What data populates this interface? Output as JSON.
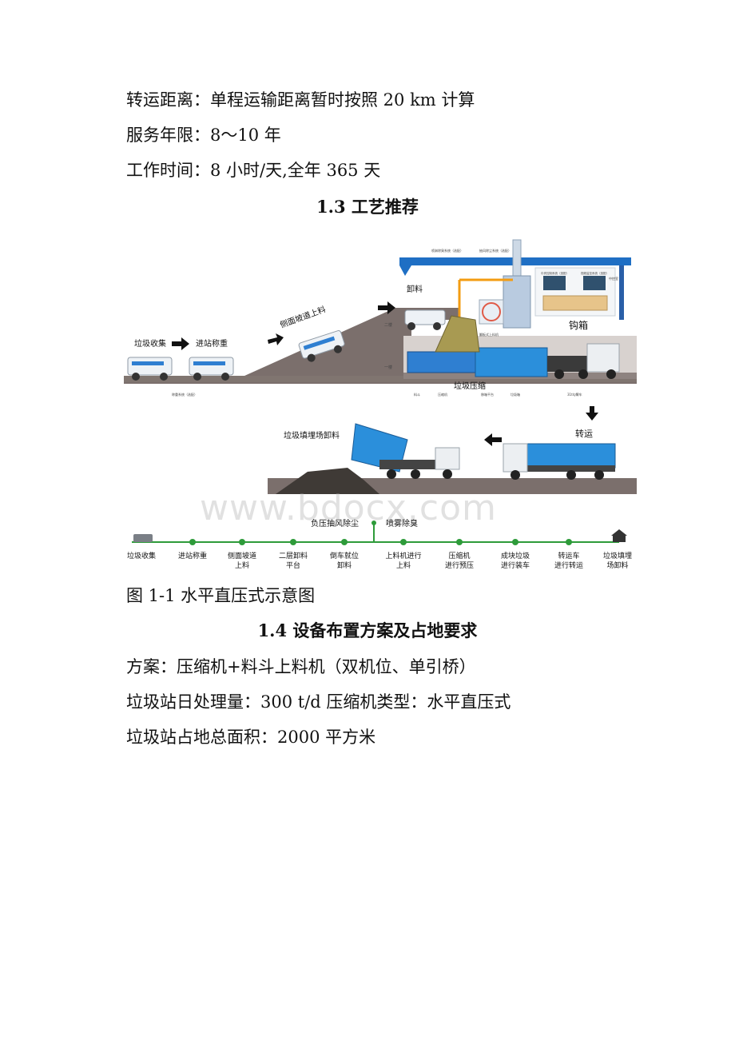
{
  "text": {
    "line1": "转运距离：单程运输距离暂时按照 20 km 计算",
    "line2": "服务年限：8～10 年",
    "line3": "工作时间：8 小时/天,全年 365 天",
    "heading1": "1.3 工艺推荐",
    "caption": "图 1-1 水平直压式示意图",
    "heading2": "1.4 设备布置方案及占地要求",
    "line4": "方案：压缩机+料斗上料机（双机位、单引桥）",
    "line5": "垃圾站日处理量：300 t/d 压缩机类型：水平直压式",
    "line6": "垃圾站占地总面积：2000 平方米"
  },
  "figure": {
    "labels": {
      "collect": "垃圾收集",
      "weigh": "进站称重",
      "ramp": "侧面坡道上料",
      "unload": "卸料",
      "hook": "钩箱",
      "compress": "垃圾压缩",
      "transfer": "转运",
      "landfill": "垃圾填埋场卸料",
      "dust": "负压抽风除尘",
      "spray": "喷雾除臭",
      "weigh_sys": "称重系统（选配）",
      "floor2": "二楼",
      "floor1": "一楼",
      "spray_sys": "喷淋除臭系统（选配）",
      "dust_sys": "抽风除尘系统（选配）",
      "control_room": "中控室",
      "screen1": "中央控制系统（选配）",
      "screen2": "视频监控系统（选配）",
      "lift_feeder": "翻板式上料机",
      "part_hopper": "料斗",
      "part_compressor": "压缩机",
      "part_platform": "移箱平台",
      "part_box": "垃圾箱",
      "part_truck": "31t勾臂车"
    },
    "timeline": [
      {
        "label": "垃圾收集",
        "label2": ""
      },
      {
        "label": "进站称重",
        "label2": ""
      },
      {
        "label": "侧面坡道",
        "label2": "上料"
      },
      {
        "label": "二层卸料",
        "label2": "平台"
      },
      {
        "label": "倒车就位",
        "label2": "卸料"
      },
      {
        "label": "上料机进行",
        "label2": "上料"
      },
      {
        "label": "压缩机",
        "label2": "进行预压"
      },
      {
        "label": "成块垃圾",
        "label2": "进行装车"
      },
      {
        "label": "转运车",
        "label2": "进行转运"
      },
      {
        "label": "垃圾填埋",
        "label2": "场卸料"
      }
    ],
    "watermark": "www.bdocx.com",
    "colors": {
      "accent_blue": "#1f6fc4",
      "ground": "#7b6f6c",
      "timeline_green": "#2e9b3a",
      "orange_pipe": "#f39c12"
    }
  }
}
